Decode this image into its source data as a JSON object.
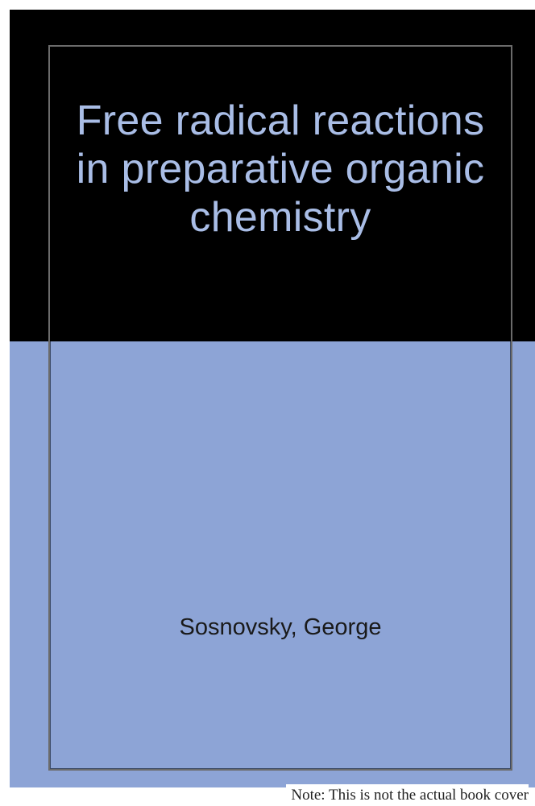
{
  "cover": {
    "title": "Free radical reactions in preparative organic chemistry",
    "author": "Sosnovsky, George",
    "colors": {
      "top_band": "#000000",
      "bottom_band": "#8da4d6",
      "title_text": "#a9bde6",
      "author_text": "#1a1a1a"
    }
  },
  "note": {
    "text": "Note: This is not the actual book cover"
  }
}
